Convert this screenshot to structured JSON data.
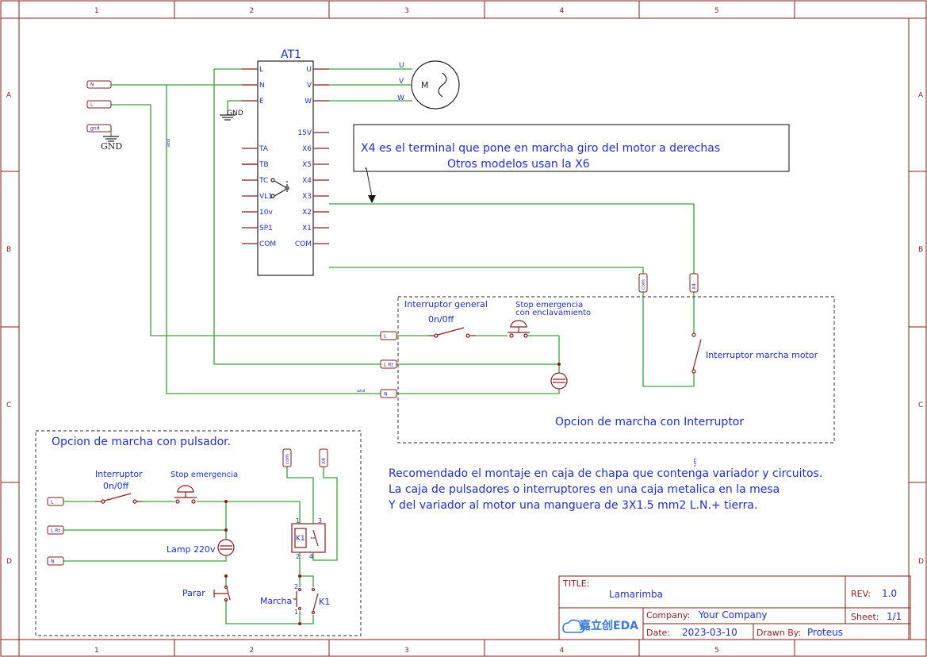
{
  "grid": {
    "columns": [
      "1",
      "2",
      "3",
      "4",
      "5"
    ],
    "rows": [
      "A",
      "B",
      "C",
      "D"
    ]
  },
  "vfd": {
    "name": "AT1",
    "left_pins": [
      "L",
      "N",
      "E",
      "",
      "",
      "TA",
      "TB",
      "TC",
      "VL1",
      "10v",
      "SP1",
      "COM"
    ],
    "right_pins": [
      "U",
      "V",
      "W",
      "",
      "15V",
      "X6",
      "X5",
      "X4",
      "X3",
      "X2",
      "X1",
      "COM"
    ]
  },
  "motor": {
    "phases": [
      "U",
      "V",
      "W"
    ],
    "symbol": "M"
  },
  "gnd": {
    "label_vfd": "GND",
    "label_left": "GND"
  },
  "flags": {
    "n_top": "N",
    "l_top": "L",
    "gnd_top": "gnd",
    "l_box": "L",
    "lrt_box": "L Rt",
    "n_box": "N",
    "com_box": "com",
    "x4_box": "X4",
    "l_bottom": "L",
    "lrt_bottom": "L Rt",
    "n_bottom": "N",
    "com_bottom": "com",
    "x4_bottom": "X4"
  },
  "wire_labels": {
    "azul_vertical": "azul",
    "azul_horizontal": "azul",
    "com_small": "com"
  },
  "note": {
    "line1": "X4 es el terminal que pone en marcha giro del motor a derechas",
    "line2": "Otros modelos usan la X6"
  },
  "switch_option": {
    "title": "Opcion de marcha con Interruptor",
    "main_switch_label": "Interruptor general",
    "main_switch_state": "0n/0ff",
    "estop_label_1": "Stop emergencia",
    "estop_label_2": "con enclavamiento",
    "motor_switch_label": "Interruptor marcha motor"
  },
  "button_option": {
    "title": "Opcion de marcha con pulsador.",
    "switch_label": "Interruptor",
    "switch_state": "0n/0ff",
    "estop_label": "Stop emergencia",
    "lamp_label": "Lamp 220v",
    "stop_label": "Parar",
    "start_label": "Marcha",
    "relay": "K1",
    "relay_contact": "K1",
    "pin_1": "1",
    "pin_2": "2",
    "pin_3": "3",
    "pin_4": "4"
  },
  "recommendations": [
    "Recomendado el montaje en caja de chapa que contenga variador y circuitos.",
    "La caja de pulsadores o interruptores en una caja metalica en la mesa",
    "Y del variador al motor una manguera de 3X1.5 mm2 L.N.+ tierra."
  ],
  "title_block": {
    "title_label": "TITLE:",
    "title_value": "Lamarimba",
    "rev_label": "REV:",
    "rev_value": "1.0",
    "company_label": "Company:",
    "company_value": "Your Company",
    "sheet_label": "Sheet:",
    "sheet_value": "1/1",
    "date_label": "Date:",
    "date_value": "2023-03-10",
    "drawn_label": "Drawn By:",
    "drawn_value": "Proteus",
    "logo_text": "嘉立创EDA"
  },
  "colors": {
    "wire": "#3aa13a",
    "frame": "#8b1a1a",
    "text": "#1f2fcc"
  }
}
